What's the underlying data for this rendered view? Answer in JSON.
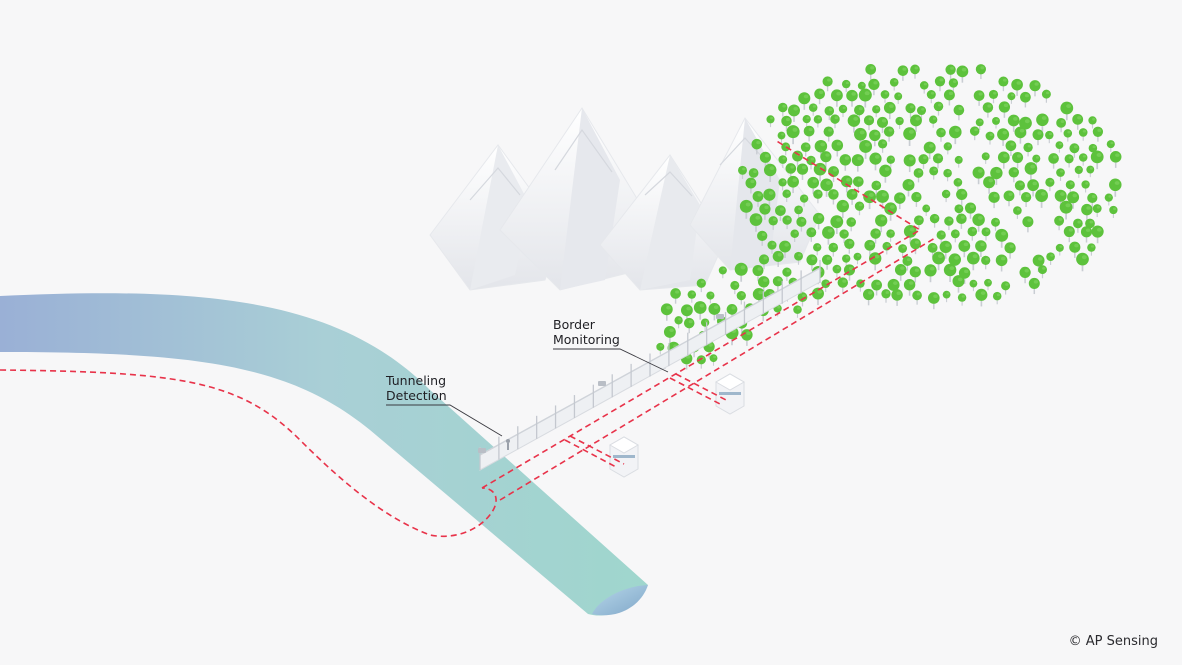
{
  "labels": {
    "tunneling_line1": "Tunneling",
    "tunneling_line2": "Detection",
    "border_line1": "Border",
    "border_line2": "Monitoring"
  },
  "copyright": "© AP Sensing",
  "colors": {
    "background": "#f7f7f8",
    "fiber": "#e8334a",
    "tree": "#5dc23c",
    "pipe_start": "#9ab0d6",
    "pipe_end": "#9fd6cd"
  },
  "icons": [
    "mountain-icon",
    "tree-icon",
    "watchtower-icon",
    "camera-icon",
    "person-icon"
  ]
}
